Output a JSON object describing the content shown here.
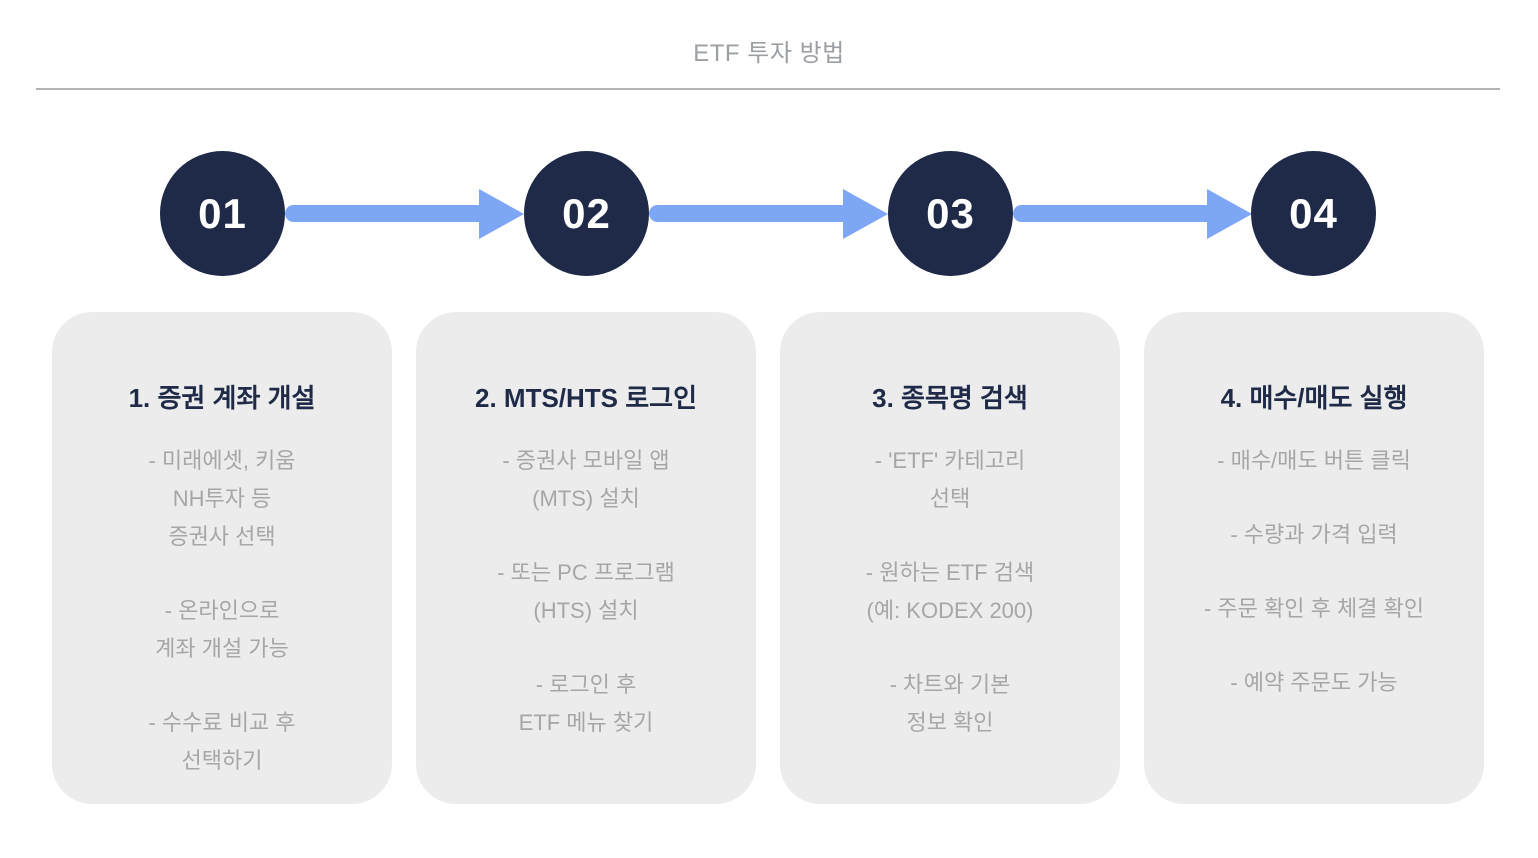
{
  "title": "ETF 투자 방법",
  "colors": {
    "step_circle": "#1e2a47",
    "arrow_blue": "#7da6f4",
    "card_background": "#ececec",
    "heading_text": "#1e2a47",
    "bullet_text": "#a6a6a6",
    "title_text": "#9b9ea3",
    "divider": "#b4b4b4"
  },
  "steps": [
    {
      "number": "01",
      "heading": "1. 증권 계좌 개설",
      "bullets": [
        "- 미래에셋, 키움\nNH투자 등\n증권사 선택",
        "- 온라인으로\n계좌 개설 가능",
        "- 수수료 비교 후\n선택하기"
      ]
    },
    {
      "number": "02",
      "heading": "2. MTS/HTS 로그인",
      "bullets": [
        "- 증권사 모바일 앱\n(MTS) 설치",
        "- 또는 PC 프로그램\n(HTS) 설치",
        "- 로그인 후\nETF 메뉴 찾기"
      ]
    },
    {
      "number": "03",
      "heading": "3. 종목명 검색",
      "bullets": [
        "- 'ETF' 카테고리\n선택",
        "- 원하는 ETF 검색\n(예: KODEX 200)",
        "- 차트와 기본\n정보 확인"
      ]
    },
    {
      "number": "04",
      "heading": "4. 매수/매도 실행",
      "bullets": [
        "- 매수/매도 버튼 클릭",
        "- 수량과 가격 입력",
        "- 주문 확인 후 체결 확인",
        "- 예약 주문도 가능"
      ]
    }
  ]
}
